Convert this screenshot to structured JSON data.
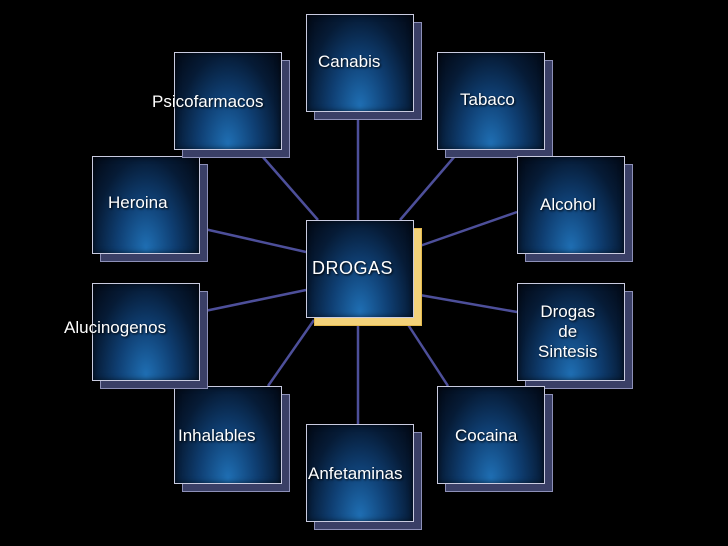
{
  "diagram": {
    "center": {
      "label": "DROGAS"
    },
    "nodes": [
      {
        "id": "canabis",
        "label": "Canabis"
      },
      {
        "id": "tabaco",
        "label": "Tabaco"
      },
      {
        "id": "alcohol",
        "label": "Alcohol"
      },
      {
        "id": "drogas-sintesis",
        "label": "Drogas\nde\nSintesis"
      },
      {
        "id": "cocaina",
        "label": "Cocaina"
      },
      {
        "id": "anfetaminas",
        "label": "Anfetaminas"
      },
      {
        "id": "inhalables",
        "label": "Inhalables"
      },
      {
        "id": "alucinogenos",
        "label": "Alucinogenos"
      },
      {
        "id": "heroina",
        "label": "Heroina"
      },
      {
        "id": "psicofarmacos",
        "label": "Psicofarmacos"
      }
    ],
    "colors": {
      "background": "#000000",
      "box_gradient_center": "#1f6fb4",
      "box_gradient_edge": "#020814",
      "box_border": "#c9cbe0",
      "shadow_box": "#3a3f66",
      "center_shadow": "#f3d27a",
      "connector": "#4d4f9a",
      "text": "#ffffff"
    }
  }
}
